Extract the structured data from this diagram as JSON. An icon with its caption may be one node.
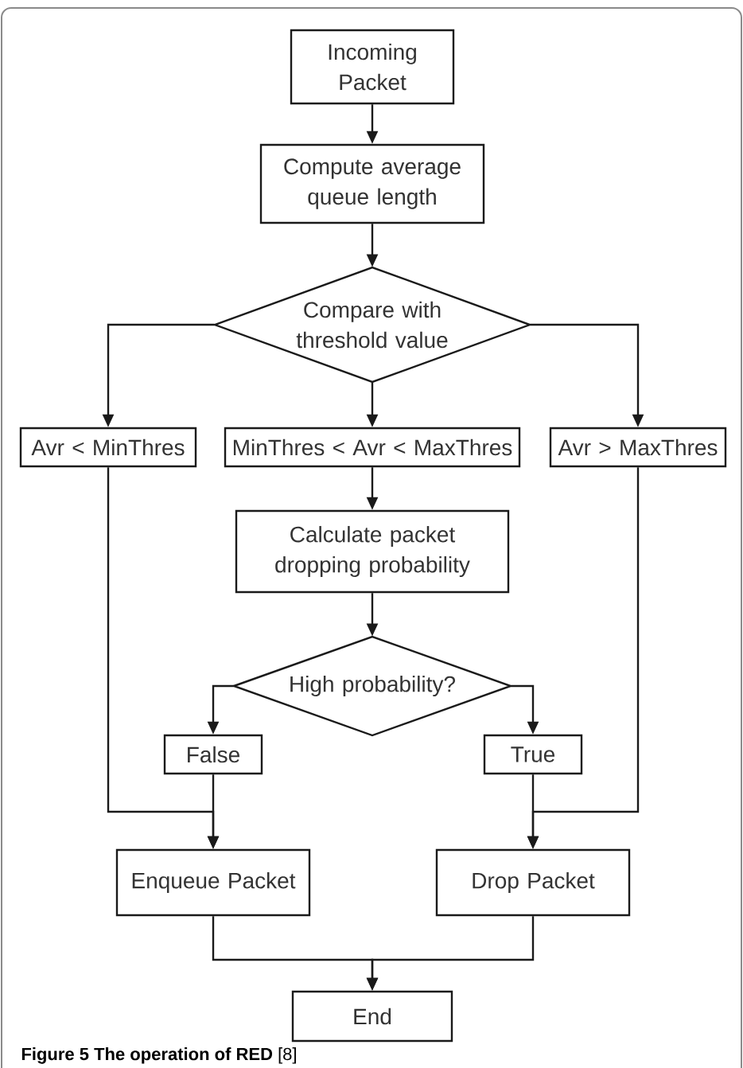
{
  "diagram": {
    "caption": "**Figure 5 The operation of RED** [8]",
    "nodes": [
      {
        "text": [
          "Incoming Packet"
        ]
      },
      {
        "text": [
          "Compute average queue length"
        ]
      },
      {
        "text": [
          "Compare with threshold value"
        ]
      },
      {
        "text": [
          "Avr < MinThres"
        ]
      },
      {
        "text": [
          "MinThres < Avr < MaxThres"
        ]
      },
      {
        "text": [
          "Avr > MaxThres"
        ]
      },
      {
        "text": [
          "Calculate packet dropping probability"
        ]
      },
      {
        "text": [
          "High probability?"
        ]
      },
      {
        "text": [
          "False"
        ]
      },
      {
        "text": [
          "True"
        ]
      },
      {
        "text": [
          "Enqueue Packet"
        ]
      },
      {
        "text": [
          "Drop Packet"
        ]
      },
      {
        "text": [
          "End"
        ]
      }
    ],
    "edges": [
      {
        "from": 0,
        "to": 1,
        "arrow": "to"
      },
      {
        "from": 1,
        "to": 2,
        "arrow": "to"
      },
      {
        "from": 2,
        "to": 3,
        "arrow": "to"
      },
      {
        "from": 2,
        "to": 4,
        "arrow": "to"
      },
      {
        "from": 2,
        "to": 5,
        "arrow": "to"
      },
      {
        "from": 4,
        "to": 6,
        "arrow": "to"
      },
      {
        "from": 6,
        "to": 7,
        "arrow": "to"
      },
      {
        "from": 7,
        "to": 8,
        "arrow": "to"
      },
      {
        "from": 7,
        "to": 9,
        "arrow": "to"
      },
      {
        "from": 3,
        "to": 10,
        "arrow": "to"
      },
      {
        "from": 8,
        "to": 10,
        "arrow": "to"
      },
      {
        "from": 5,
        "to": 11,
        "arrow": "to"
      },
      {
        "from": 9,
        "to": 11,
        "arrow": "to"
      },
      {
        "from": 10,
        "to": 12,
        "arrow": "to"
      },
      {
        "from": 11,
        "to": 12,
        "arrow": "to"
      }
    ]
  }
}
